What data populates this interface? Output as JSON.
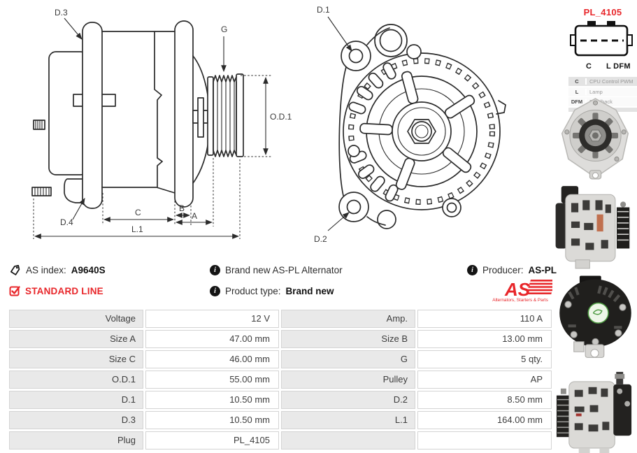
{
  "colors": {
    "brand_red": "#e8262a",
    "text_dark": "#2e2e2e",
    "table_label_bg": "#e9e9e9",
    "table_border": "#d4d4d4",
    "line_art": "#2b2b2b"
  },
  "diagrams": {
    "side_view": {
      "d3": "D.3",
      "g": "G",
      "od1": "O.D.1",
      "d4": "D.4",
      "c": "C",
      "b": "B",
      "a": "A",
      "l1": "L.1"
    },
    "front_view": {
      "d1": "D.1",
      "d2": "D.2"
    }
  },
  "connector": {
    "title": "PL_4105",
    "pin_left": "C",
    "pin_right": "L DFM",
    "legend": [
      {
        "pin": "C",
        "desc": "CPU Control PWM"
      },
      {
        "pin": "L",
        "desc": "Lamp"
      },
      {
        "pin": "DFM",
        "desc": "Feedback"
      }
    ]
  },
  "icons": {
    "info_glyph": "i"
  },
  "info": {
    "as_index_label": "AS index:",
    "as_index_value": "A9640S",
    "standard_line_label": "STANDARD LINE",
    "brand_new_text": "Brand new AS-PL Alternator",
    "product_type_label": "Product type:",
    "product_type_value": "Brand new",
    "producer_label": "Producer:",
    "producer_value": "AS-PL",
    "logo_text": "AS",
    "logo_subtitle": "Alternators, Starters & Parts"
  },
  "photos": [
    {
      "name": "alternator-front-view"
    },
    {
      "name": "alternator-side-view-pulley-right"
    },
    {
      "name": "alternator-rear-view"
    },
    {
      "name": "alternator-side-view-pulley-left"
    }
  ],
  "spec_table": {
    "rows": [
      [
        {
          "label": "Voltage",
          "value": "12 V"
        },
        {
          "label": "Amp.",
          "value": "110 A"
        }
      ],
      [
        {
          "label": "Size A",
          "value": "47.00 mm"
        },
        {
          "label": "Size B",
          "value": "13.00 mm"
        }
      ],
      [
        {
          "label": "Size C",
          "value": "46.00 mm"
        },
        {
          "label": "G",
          "value": "5 qty."
        }
      ],
      [
        {
          "label": "O.D.1",
          "value": "55.00 mm"
        },
        {
          "label": "Pulley",
          "value": "AP"
        }
      ],
      [
        {
          "label": "D.1",
          "value": "10.50 mm"
        },
        {
          "label": "D.2",
          "value": "8.50 mm"
        }
      ],
      [
        {
          "label": "D.3",
          "value": "10.50 mm"
        },
        {
          "label": "L.1",
          "value": "164.00 mm"
        }
      ],
      [
        {
          "label": "Plug",
          "value": "PL_4105"
        },
        {
          "label": "",
          "value": ""
        }
      ]
    ]
  }
}
